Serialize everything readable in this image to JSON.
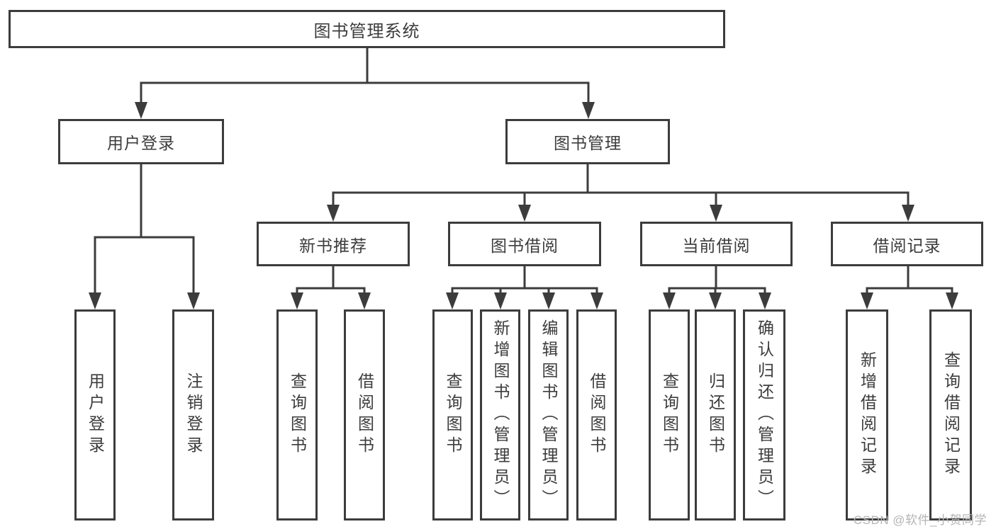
{
  "tree": {
    "label": "图书管理系统",
    "children": [
      {
        "label": "用户登录",
        "children": [
          {
            "label": "用户登录"
          },
          {
            "label": "注销登录"
          }
        ]
      },
      {
        "label": "图书管理",
        "children": [
          {
            "label": "新书推荐",
            "children": [
              {
                "label": "查询图书"
              },
              {
                "label": "借阅图书"
              }
            ]
          },
          {
            "label": "图书借阅",
            "children": [
              {
                "label": "查询图书"
              },
              {
                "label": "新增图书（管理员）"
              },
              {
                "label": "编辑图书（管理员）"
              },
              {
                "label": "借阅图书"
              }
            ]
          },
          {
            "label": "当前借阅",
            "children": [
              {
                "label": "查询图书"
              },
              {
                "label": "归还图书"
              },
              {
                "label": "确认归还（管理员）"
              }
            ]
          },
          {
            "label": "借阅记录",
            "children": [
              {
                "label": "新增借阅记录"
              },
              {
                "label": "查询借阅记录"
              }
            ]
          }
        ]
      }
    ]
  },
  "watermark": "CSDN @软件_小贺同学",
  "colors": {
    "line": "#3c3c3c",
    "text": "#3c3c3c",
    "watermark": "#b4b4b4",
    "background": "#ffffff"
  }
}
